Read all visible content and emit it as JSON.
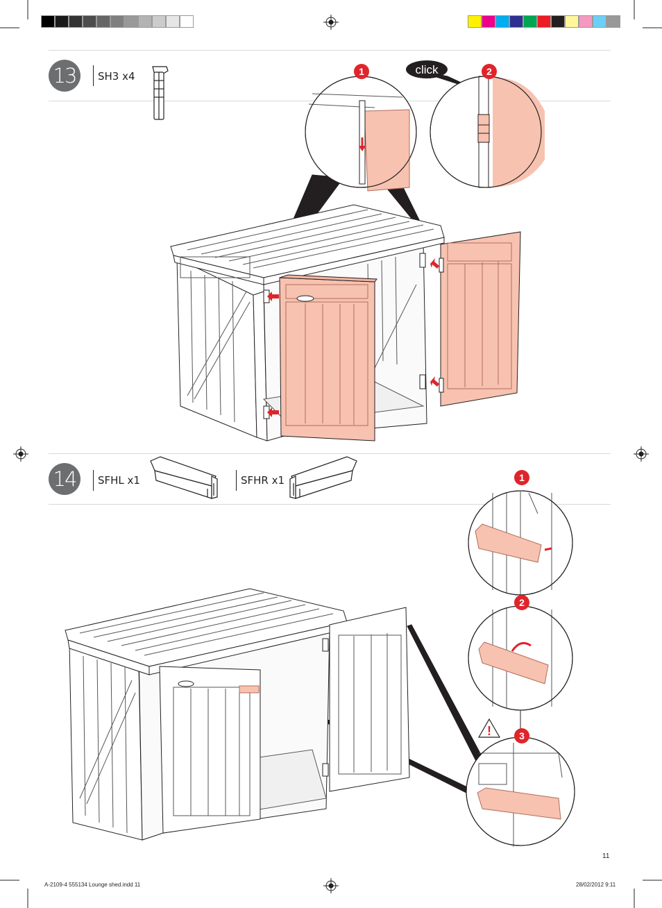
{
  "steps": [
    {
      "number": "13",
      "parts": [
        {
          "label": "SH3 x4",
          "icon": "dowel-pin-icon"
        }
      ]
    },
    {
      "number": "14",
      "parts": [
        {
          "label": "SFHL x1",
          "icon": "left-door-stop-icon"
        },
        {
          "label": "SFHR x1",
          "icon": "right-door-stop-icon"
        }
      ]
    }
  ],
  "step13_callouts": {
    "badge1": "1",
    "badge2": "2",
    "click_label": "click"
  },
  "step14_callouts": {
    "badge1": "1",
    "badge2": "2",
    "badge3": "3",
    "warning": "!"
  },
  "page_number": "11",
  "footer": {
    "file": "A-2109-4 555134 Lounge shed.indd   11",
    "timestamp": "28/02/2012   9:11"
  },
  "colors": {
    "accent_red": "#e0242b",
    "part_pink": "#f7c2b0",
    "step_grey": "#6d6e70",
    "grey_swatches": [
      "#000000",
      "#1a1a1a",
      "#333333",
      "#4d4d4d",
      "#666666",
      "#808080",
      "#999999",
      "#b3b3b3",
      "#cccccc",
      "#e6e6e6",
      "#ffffff"
    ],
    "color_swatches": [
      "#fff200",
      "#ec008c",
      "#00aeef",
      "#2e3192",
      "#00a651",
      "#ed1c24",
      "#231f20",
      "#fff799",
      "#f49ac1",
      "#6dcff6",
      "#999999"
    ]
  }
}
